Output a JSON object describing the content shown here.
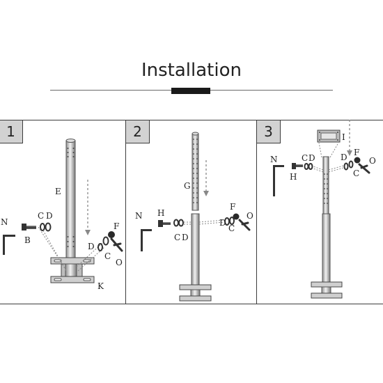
{
  "header": {
    "title": "Installation"
  },
  "steps": [
    {
      "number": "1",
      "labels": {
        "E": "E",
        "C": "C",
        "D": "D",
        "N": "N",
        "B": "B",
        "F": "F",
        "D2": "D",
        "C2": "C",
        "O": "O",
        "K": "K"
      }
    },
    {
      "number": "2",
      "labels": {
        "G": "G",
        "N": "N",
        "H": "H",
        "C": "C",
        "D": "D",
        "F": "F",
        "D2": "D",
        "C2": "C",
        "O": "O"
      }
    },
    {
      "number": "3",
      "labels": {
        "I": "I",
        "C": "C",
        "D": "D",
        "N": "N",
        "H": "H",
        "D2": "D",
        "F": "F",
        "C2": "C",
        "O": "O"
      }
    }
  ]
}
